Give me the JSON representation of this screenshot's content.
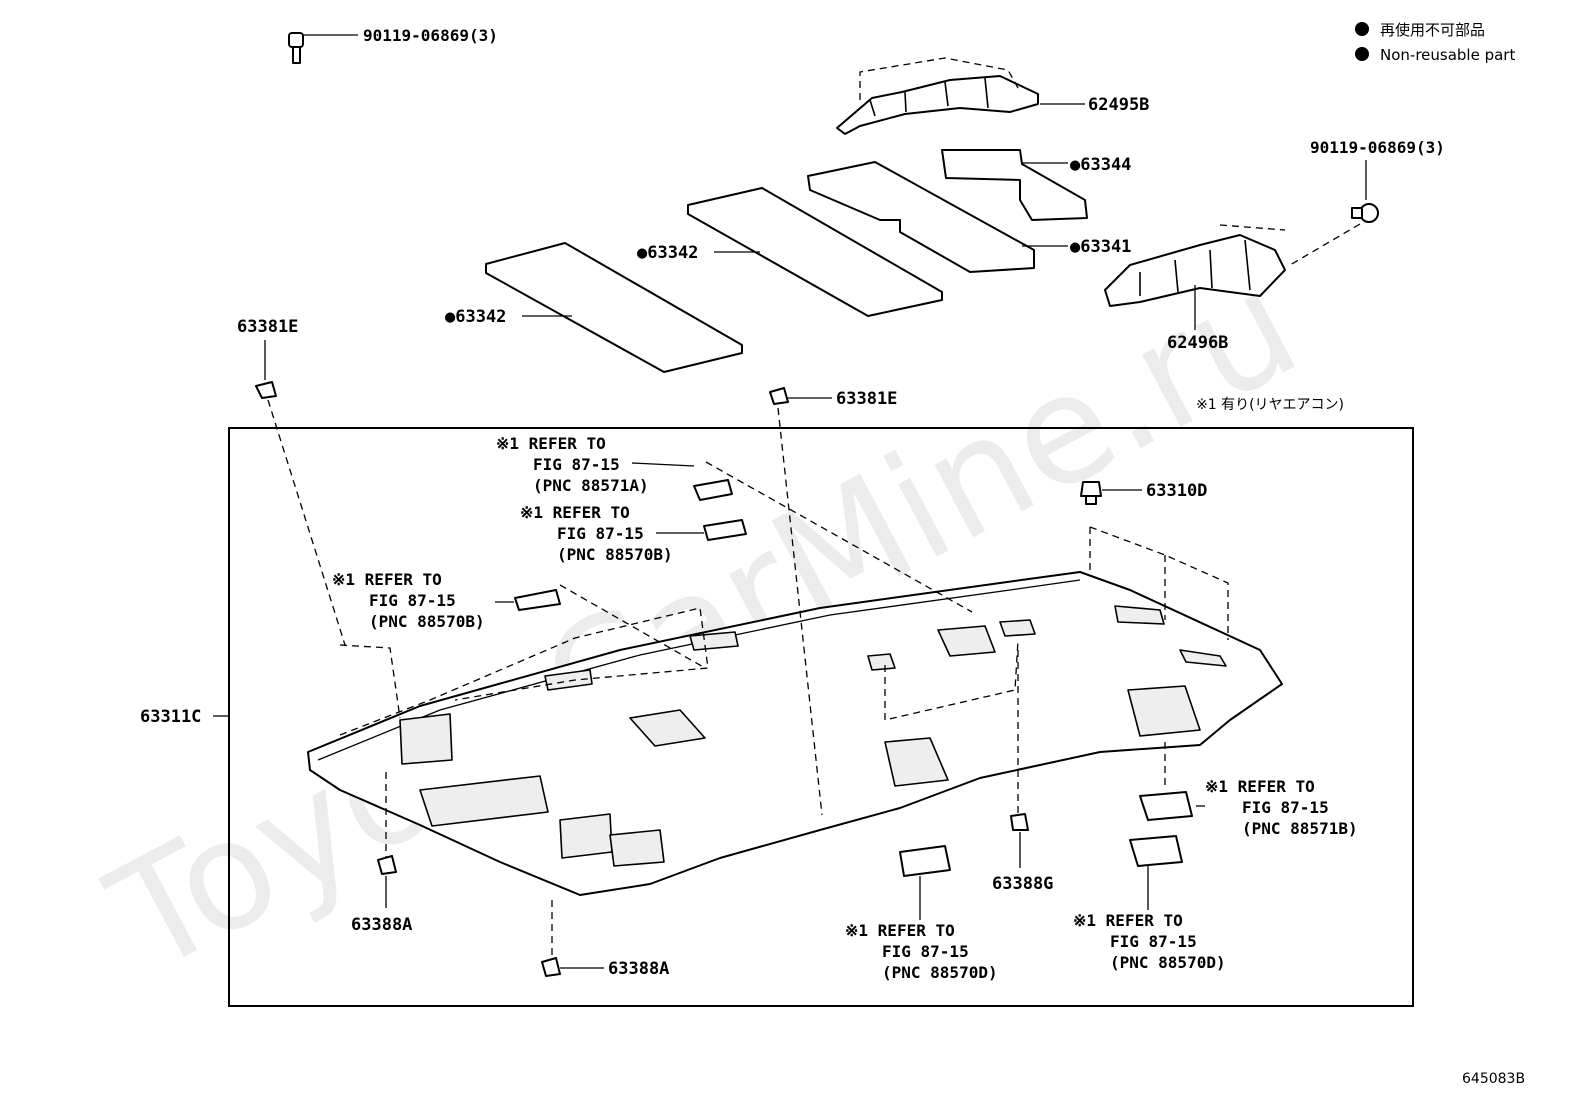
{
  "legend": {
    "symbol": "●",
    "line_jp": "再使用不可部品",
    "line_en": "Non-reusable part"
  },
  "watermark": "ToyotaCarMine.ru",
  "figure_number": "645083B",
  "note_jp": "※1 有り(リヤエアコン)",
  "parts": {
    "bolt_left": "90119-06869(3)",
    "bolt_right": "90119-06869(3)",
    "p62495b": "62495B",
    "p62496b": "62496B",
    "p63344": "●63344",
    "p63341": "●63341",
    "p63342_upper": "●63342",
    "p63342_lower": "●63342",
    "p63381e_left": "63381E",
    "p63381e_mid": "63381E",
    "p63310d": "63310D",
    "p63311c": "63311C",
    "p63388a_left": "63388A",
    "p63388a_bottom": "63388A",
    "p63388g": "63388G"
  },
  "refs": [
    {
      "l1": "※1 REFER TO",
      "l2": "FIG 87-15",
      "l3": "(PNC 88571A)"
    },
    {
      "l1": "※1 REFER TO",
      "l2": "FIG 87-15",
      "l3": "(PNC 88570B)"
    },
    {
      "l1": "※1 REFER TO",
      "l2": "FIG 87-15",
      "l3": "(PNC 88570B)"
    },
    {
      "l1": "※1 REFER TO",
      "l2": "FIG 87-15",
      "l3": "(PNC 88571B)"
    },
    {
      "l1": "※1 REFER TO",
      "l2": "FIG 87-15",
      "l3": "(PNC 88570D)"
    },
    {
      "l1": "※1 REFER TO",
      "l2": "FIG 87-15",
      "l3": "(PNC 88570D)"
    }
  ]
}
